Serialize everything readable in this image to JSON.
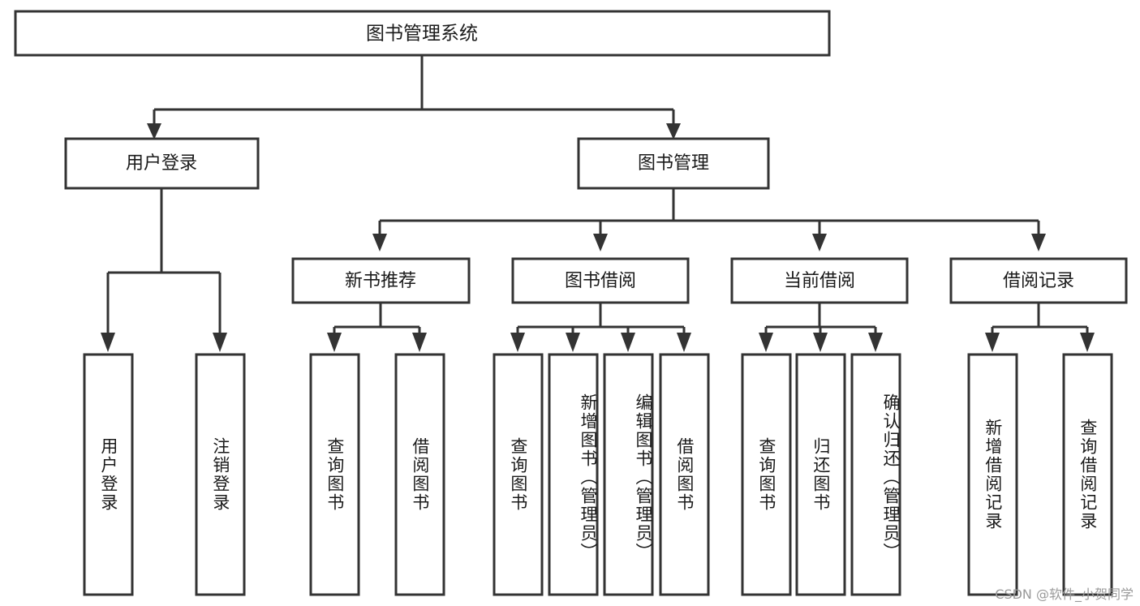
{
  "diagram": {
    "title": "图书管理系统",
    "type": "tree",
    "root": {
      "id": "root",
      "label": "图书管理系统",
      "orientation": "horizontal"
    },
    "level2": [
      {
        "id": "user-login",
        "label": "用户登录",
        "orientation": "horizontal"
      },
      {
        "id": "book-management",
        "label": "图书管理",
        "orientation": "horizontal"
      }
    ],
    "level3": [
      {
        "id": "new-book-recommend",
        "label": "新书推荐",
        "parent": "book-management",
        "orientation": "horizontal"
      },
      {
        "id": "book-borrow",
        "label": "图书借阅",
        "parent": "book-management",
        "orientation": "horizontal"
      },
      {
        "id": "current-borrow",
        "label": "当前借阅",
        "parent": "book-management",
        "orientation": "horizontal"
      },
      {
        "id": "borrow-record",
        "label": "借阅记录",
        "parent": "book-management",
        "orientation": "horizontal"
      }
    ],
    "leaves": [
      {
        "id": "leaf-user-login",
        "label": "用户登录",
        "parent": "user-login",
        "orientation": "vertical"
      },
      {
        "id": "leaf-user-logout",
        "label": "注销登录",
        "parent": "user-login",
        "orientation": "vertical"
      },
      {
        "id": "leaf-query-book-1",
        "label": "查询图书",
        "parent": "new-book-recommend",
        "orientation": "vertical"
      },
      {
        "id": "leaf-borrow-book-1",
        "label": "借阅图书",
        "parent": "new-book-recommend",
        "orientation": "vertical"
      },
      {
        "id": "leaf-query-book-2",
        "label": "查询图书",
        "parent": "book-borrow",
        "orientation": "vertical"
      },
      {
        "id": "leaf-add-book",
        "label": "新增图书（管理员）",
        "parent": "book-borrow",
        "orientation": "vertical"
      },
      {
        "id": "leaf-edit-book",
        "label": "编辑图书（管理员）",
        "parent": "book-borrow",
        "orientation": "vertical"
      },
      {
        "id": "leaf-borrow-book-2",
        "label": "借阅图书",
        "parent": "book-borrow",
        "orientation": "vertical"
      },
      {
        "id": "leaf-query-book-3",
        "label": "查询图书",
        "parent": "current-borrow",
        "orientation": "vertical"
      },
      {
        "id": "leaf-return-book",
        "label": "归还图书",
        "parent": "current-borrow",
        "orientation": "vertical"
      },
      {
        "id": "leaf-confirm-return",
        "label": "确认归还（管理员）",
        "parent": "current-borrow",
        "orientation": "vertical"
      },
      {
        "id": "leaf-add-record",
        "label": "新增借阅记录",
        "parent": "borrow-record",
        "orientation": "vertical"
      },
      {
        "id": "leaf-query-record",
        "label": "查询借阅记录",
        "parent": "borrow-record",
        "orientation": "vertical"
      }
    ],
    "colors": {
      "stroke": "#333333",
      "fill": "#ffffff",
      "text": "#1a1a1a",
      "watermark": "#9a9a9a"
    }
  },
  "watermark": {
    "text": "CSDN @软件_小贺同学"
  }
}
